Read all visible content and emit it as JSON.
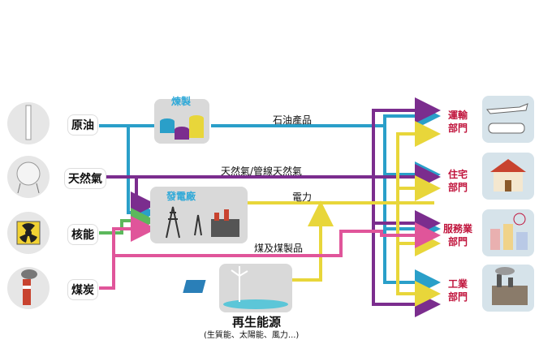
{
  "sources": [
    {
      "label": "原油",
      "icon": "oil-barrel-icon"
    },
    {
      "label": "天然氣",
      "icon": "gas-tank-icon"
    },
    {
      "label": "核能",
      "icon": "radiation-icon"
    },
    {
      "label": "煤炭",
      "icon": "coal-chimney-icon"
    }
  ],
  "processes": {
    "refining": "煉製",
    "power": "發電廠"
  },
  "renewable": {
    "title": "再生能源",
    "subtitle": "(生質能、太陽能、風力...)"
  },
  "flows": {
    "oil_products": "石油產品",
    "gas": "天然氣/管線天然氣",
    "electricity": "電力",
    "coal": "煤及煤製品"
  },
  "sectors": [
    {
      "line1": "運輸",
      "line2": "部門",
      "icon": "train-plane-icon"
    },
    {
      "line1": "住宅",
      "line2": "部門",
      "icon": "house-icon"
    },
    {
      "line1": "服務業",
      "line2": "部門",
      "icon": "city-icon"
    },
    {
      "line1": "工業",
      "line2": "部門",
      "icon": "factory-icon"
    }
  ],
  "colors": {
    "oil": "#2a9fc9",
    "gas": "#7b2d8e",
    "electricity": "#e8d63a",
    "coal": "#e0559a",
    "nuclear": "#5cb85c"
  }
}
